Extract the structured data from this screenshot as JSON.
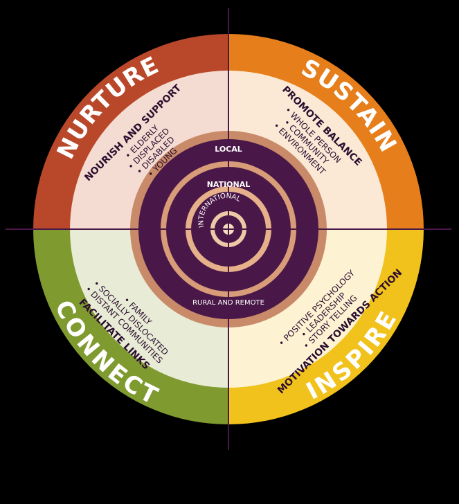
{
  "colors": {
    "nurture_outer": "#b9482a",
    "nurture_inner": "#f4dcd2",
    "sustain_outer": "#e67e1b",
    "sustain_inner": "#fbe9d6",
    "connect_outer": "#7f9a2f",
    "connect_inner": "#e8ecd6",
    "inspire_outer": "#f1c21b",
    "inspire_inner": "#fdf3d3",
    "plum": "#4a1848",
    "axis": "#4a1848"
  },
  "quadrants": {
    "nurture": {
      "title": "NURTURE",
      "heading": "NOURISH AND SUPPORT",
      "items": [
        "• ELDERLY",
        "• DISPLACED",
        "• DISABLED",
        "• YOUNG"
      ]
    },
    "sustain": {
      "title": "SUSTAIN",
      "heading": "PROMOTE BALANCE",
      "items": [
        "• WHOLE PERSON",
        "• COMMUNITY",
        "• ENVIRONMENT"
      ]
    },
    "connect": {
      "title": "CONNECT",
      "heading": "FACILITATE LINKS",
      "items": [
        "• FAMILY",
        "• SOCIALLY DISLOCATED",
        "• DISTANT COMMUNITIES"
      ]
    },
    "inspire": {
      "title": "INSPIRE",
      "heading": "MOTIVATION TOWARDS ACTION",
      "items": [
        "• POSITIVE PSYCHOLOGY",
        "• LEADERSHIP",
        "• STORY TELLING"
      ]
    }
  },
  "rings": {
    "local": "LOCAL",
    "national": "NATIONAL",
    "international": "INTERNATIONAL",
    "rural": "RURAL AND REMOTE"
  }
}
